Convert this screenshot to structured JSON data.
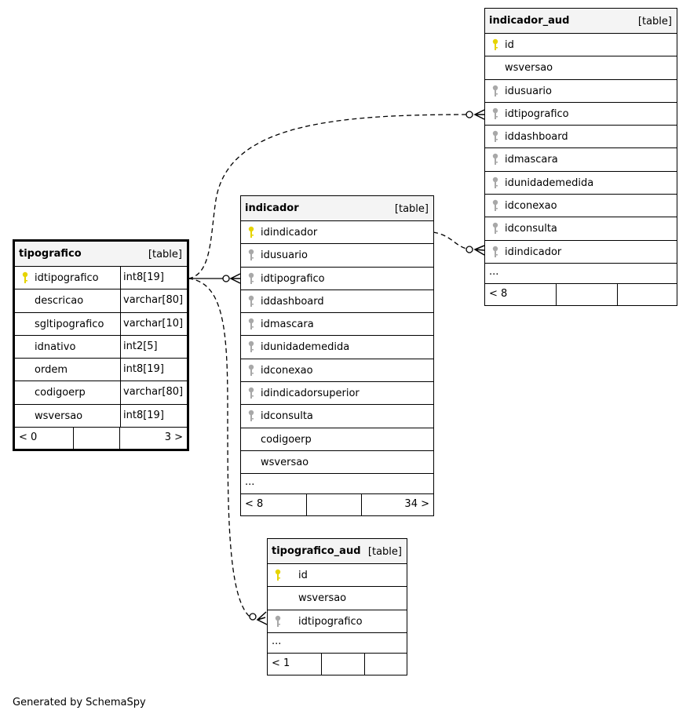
{
  "tables": {
    "tipografico": {
      "name": "tipografico",
      "type": "[table]",
      "columns": [
        {
          "name": "idtipografico",
          "type": "int8[19]",
          "key": "pk"
        },
        {
          "name": "descricao",
          "type": "varchar[80]",
          "key": ""
        },
        {
          "name": "sgltipografico",
          "type": "varchar[10]",
          "key": ""
        },
        {
          "name": "idnativo",
          "type": "int2[5]",
          "key": ""
        },
        {
          "name": "ordem",
          "type": "int8[19]",
          "key": ""
        },
        {
          "name": "codigoerp",
          "type": "varchar[80]",
          "key": ""
        },
        {
          "name": "wsversao",
          "type": "int8[19]",
          "key": ""
        }
      ],
      "footer": {
        "parents": "< 0",
        "middle": "",
        "children": "3 >"
      }
    },
    "indicador": {
      "name": "indicador",
      "type": "[table]",
      "columns": [
        {
          "name": "idindicador",
          "key": "pk"
        },
        {
          "name": "idusuario",
          "key": "fk"
        },
        {
          "name": "idtipografico",
          "key": "fk"
        },
        {
          "name": "iddashboard",
          "key": "fk"
        },
        {
          "name": "idmascara",
          "key": "fk"
        },
        {
          "name": "idunidademedida",
          "key": "fk"
        },
        {
          "name": "idconexao",
          "key": "fk"
        },
        {
          "name": "idindicadorsuperior",
          "key": "fk"
        },
        {
          "name": "idconsulta",
          "key": "fk"
        },
        {
          "name": "codigoerp",
          "key": ""
        },
        {
          "name": "wsversao",
          "key": ""
        }
      ],
      "ellipsis": "...",
      "footer": {
        "parents": "< 8",
        "middle": "",
        "children": "34 >"
      }
    },
    "indicador_aud": {
      "name": "indicador_aud",
      "type": "[table]",
      "columns": [
        {
          "name": "id",
          "key": "pk"
        },
        {
          "name": "wsversao",
          "key": ""
        },
        {
          "name": "idusuario",
          "key": "fk"
        },
        {
          "name": "idtipografico",
          "key": "fk"
        },
        {
          "name": "iddashboard",
          "key": "fk"
        },
        {
          "name": "idmascara",
          "key": "fk"
        },
        {
          "name": "idunidademedida",
          "key": "fk"
        },
        {
          "name": "idconexao",
          "key": "fk"
        },
        {
          "name": "idconsulta",
          "key": "fk"
        },
        {
          "name": "idindicador",
          "key": "fk"
        }
      ],
      "ellipsis": "...",
      "footer": {
        "parents": "< 8",
        "middle": "",
        "children": ""
      }
    },
    "tipografico_aud": {
      "name": "tipografico_aud",
      "type": "[table]",
      "columns": [
        {
          "name": "id",
          "key": "pk"
        },
        {
          "name": "wsversao",
          "key": ""
        },
        {
          "name": "idtipografico",
          "key": "fk"
        }
      ],
      "ellipsis": "...",
      "footer": {
        "parents": "< 1",
        "middle": "",
        "children": ""
      }
    }
  },
  "colors": {
    "pk_key": "#e6d400",
    "fk_key": "#a8a8a8",
    "header_bg": "#f4f4f4",
    "line": "#000000"
  },
  "footer_text": "Generated by SchemaSpy"
}
